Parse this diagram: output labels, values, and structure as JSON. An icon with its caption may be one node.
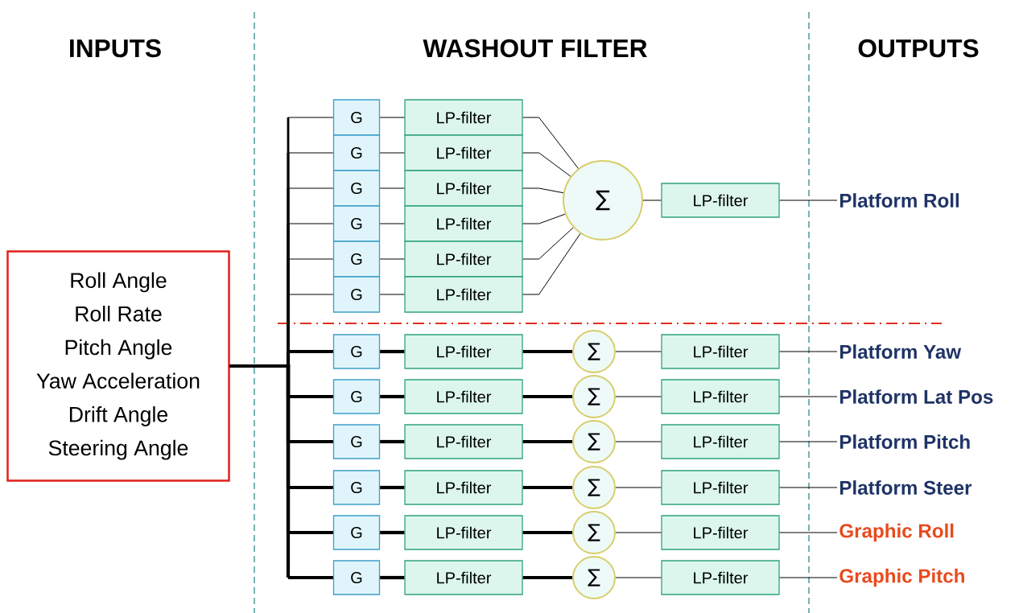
{
  "diagram": {
    "nodes": [
      {
        "text": [
          "Roll Angle",
          "Roll Rate",
          "Pitch Angle",
          "Yaw Acceleration",
          "Drift Angle",
          "Steering Angle"
        ]
      },
      {
        "text": [
          "G"
        ]
      },
      {
        "text": [
          "G"
        ]
      },
      {
        "text": [
          "G"
        ]
      },
      {
        "text": [
          "G"
        ]
      },
      {
        "text": [
          "G"
        ]
      },
      {
        "text": [
          "G"
        ]
      },
      {
        "text": [
          "LP-filter"
        ]
      },
      {
        "text": [
          "LP-filter"
        ]
      },
      {
        "text": [
          "LP-filter"
        ]
      },
      {
        "text": [
          "LP-filter"
        ]
      },
      {
        "text": [
          "LP-filter"
        ]
      },
      {
        "text": [
          "LP-filter"
        ]
      },
      {
        "text": [
          "∑"
        ]
      },
      {
        "text": [
          "LP-filter"
        ]
      },
      {
        "text": [
          "Platform Roll"
        ]
      },
      {
        "text": [
          "G"
        ]
      },
      {
        "text": [
          "LP-filter"
        ]
      },
      {
        "text": [
          "∑"
        ]
      },
      {
        "text": [
          "LP-filter"
        ]
      },
      {
        "text": [
          "Platform Yaw"
        ]
      },
      {
        "text": [
          "G"
        ]
      },
      {
        "text": [
          "LP-filter"
        ]
      },
      {
        "text": [
          "∑"
        ]
      },
      {
        "text": [
          "LP-filter"
        ]
      },
      {
        "text": [
          "Platform Lat Pos"
        ]
      },
      {
        "text": [
          "G"
        ]
      },
      {
        "text": [
          "LP-filter"
        ]
      },
      {
        "text": [
          "∑"
        ]
      },
      {
        "text": [
          "LP-filter"
        ]
      },
      {
        "text": [
          "Platform Pitch"
        ]
      },
      {
        "text": [
          "G"
        ]
      },
      {
        "text": [
          "LP-filter"
        ]
      },
      {
        "text": [
          "∑"
        ]
      },
      {
        "text": [
          "LP-filter"
        ]
      },
      {
        "text": [
          "Platform Steer"
        ]
      },
      {
        "text": [
          "G"
        ]
      },
      {
        "text": [
          "LP-filter"
        ]
      },
      {
        "text": [
          "∑"
        ]
      },
      {
        "text": [
          "LP-filter"
        ]
      },
      {
        "text": [
          "Graphic Roll"
        ]
      },
      {
        "text": [
          "G"
        ]
      },
      {
        "text": [
          "LP-filter"
        ]
      },
      {
        "text": [
          "∑"
        ]
      },
      {
        "text": [
          "LP-filter"
        ]
      },
      {
        "text": [
          "Graphic Pitch"
        ]
      }
    ],
    "edges": [
      {
        "from": 0,
        "to": 1,
        "arrow": "none"
      },
      {
        "from": 0,
        "to": 2,
        "arrow": "none"
      },
      {
        "from": 0,
        "to": 3,
        "arrow": "none"
      },
      {
        "from": 0,
        "to": 4,
        "arrow": "none"
      },
      {
        "from": 0,
        "to": 5,
        "arrow": "none"
      },
      {
        "from": 0,
        "to": 6,
        "arrow": "none"
      },
      {
        "from": 1,
        "to": 7,
        "arrow": "none"
      },
      {
        "from": 2,
        "to": 8,
        "arrow": "none"
      },
      {
        "from": 3,
        "to": 9,
        "arrow": "none"
      },
      {
        "from": 4,
        "to": 10,
        "arrow": "none"
      },
      {
        "from": 5,
        "to": 11,
        "arrow": "none"
      },
      {
        "from": 6,
        "to": 12,
        "arrow": "none"
      },
      {
        "from": 7,
        "to": 13,
        "arrow": "none"
      },
      {
        "from": 8,
        "to": 13,
        "arrow": "none"
      },
      {
        "from": 9,
        "to": 13,
        "arrow": "none"
      },
      {
        "from": 10,
        "to": 13,
        "arrow": "none"
      },
      {
        "from": 11,
        "to": 13,
        "arrow": "none"
      },
      {
        "from": 12,
        "to": 13,
        "arrow": "none"
      },
      {
        "from": 13,
        "to": 14,
        "arrow": "none"
      },
      {
        "from": 14,
        "to": 15,
        "arrow": "none"
      },
      {
        "from": 0,
        "to": 16,
        "arrow": "none",
        "style": "thick"
      },
      {
        "from": 16,
        "to": 17,
        "arrow": "none",
        "style": "thick"
      },
      {
        "from": 17,
        "to": 18,
        "arrow": "none",
        "style": "thick"
      },
      {
        "from": 18,
        "to": 19,
        "arrow": "none"
      },
      {
        "from": 19,
        "to": 20,
        "arrow": "none"
      },
      {
        "from": 0,
        "to": 21,
        "arrow": "none",
        "style": "thick"
      },
      {
        "from": 21,
        "to": 22,
        "arrow": "none",
        "style": "thick"
      },
      {
        "from": 22,
        "to": 23,
        "arrow": "none",
        "style": "thick"
      },
      {
        "from": 23,
        "to": 24,
        "arrow": "none"
      },
      {
        "from": 24,
        "to": 25,
        "arrow": "none"
      },
      {
        "from": 0,
        "to": 26,
        "arrow": "none",
        "style": "thick"
      },
      {
        "from": 26,
        "to": 27,
        "arrow": "none",
        "style": "thick"
      },
      {
        "from": 27,
        "to": 28,
        "arrow": "none",
        "style": "thick"
      },
      {
        "from": 28,
        "to": 29,
        "arrow": "none"
      },
      {
        "from": 29,
        "to": 30,
        "arrow": "none"
      },
      {
        "from": 0,
        "to": 31,
        "arrow": "none",
        "style": "thick"
      },
      {
        "from": 31,
        "to": 32,
        "arrow": "none",
        "style": "thick"
      },
      {
        "from": 32,
        "to": 33,
        "arrow": "none",
        "style": "thick"
      },
      {
        "from": 33,
        "to": 34,
        "arrow": "none"
      },
      {
        "from": 34,
        "to": 35,
        "arrow": "none"
      },
      {
        "from": 0,
        "to": 36,
        "arrow": "none",
        "style": "thick"
      },
      {
        "from": 36,
        "to": 37,
        "arrow": "none",
        "style": "thick"
      },
      {
        "from": 37,
        "to": 38,
        "arrow": "none",
        "style": "thick"
      },
      {
        "from": 38,
        "to": 39,
        "arrow": "none"
      },
      {
        "from": 39,
        "to": 40,
        "arrow": "none"
      },
      {
        "from": 0,
        "to": 41,
        "arrow": "none",
        "style": "thick"
      },
      {
        "from": 41,
        "to": 42,
        "arrow": "none",
        "style": "thick"
      },
      {
        "from": 42,
        "to": 43,
        "arrow": "none",
        "style": "thick"
      },
      {
        "from": 43,
        "to": 44,
        "arrow": "none"
      },
      {
        "from": 44,
        "to": 45,
        "arrow": "none"
      }
    ],
    "labels": [
      "INPUTS",
      "WASHOUT FILTER",
      "OUTPUTS"
    ]
  }
}
